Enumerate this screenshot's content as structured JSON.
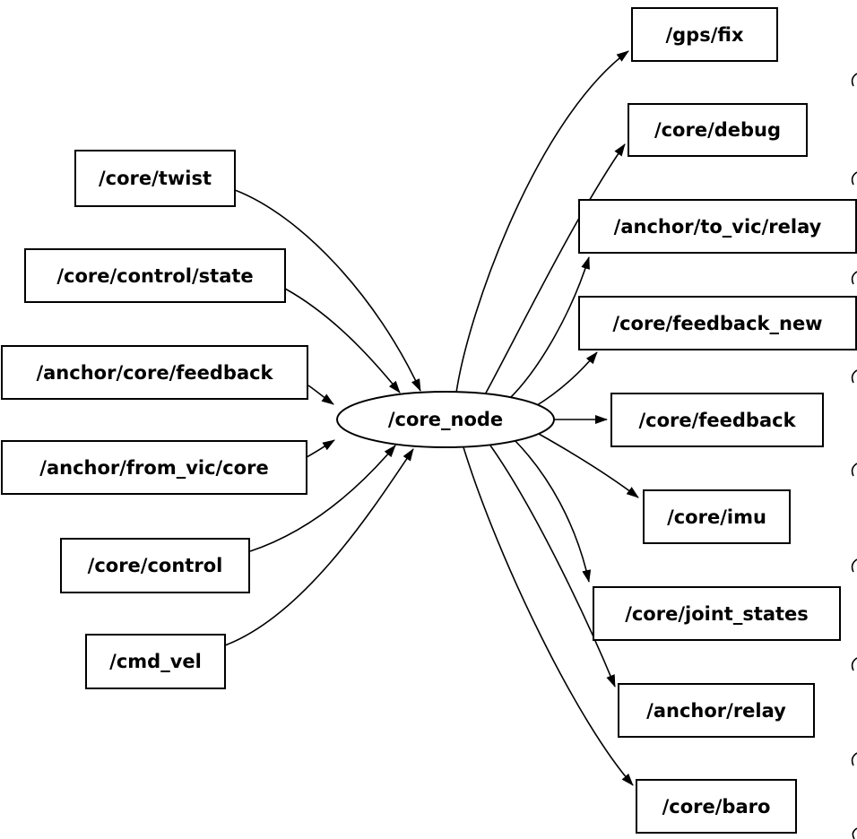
{
  "diagram": {
    "center_node": {
      "label": "/core_node"
    },
    "inputs": [
      {
        "label": "/core/twist"
      },
      {
        "label": "/core/control/state"
      },
      {
        "label": "/anchor/core/feedback"
      },
      {
        "label": "/anchor/from_vic/core"
      },
      {
        "label": "/core/control"
      },
      {
        "label": "/cmd_vel"
      }
    ],
    "outputs": [
      {
        "label": "/gps/fix"
      },
      {
        "label": "/core/debug"
      },
      {
        "label": "/anchor/to_vic/relay"
      },
      {
        "label": "/core/feedback_new"
      },
      {
        "label": "/core/feedback"
      },
      {
        "label": "/core/imu"
      },
      {
        "label": "/core/joint_states"
      },
      {
        "label": "/anchor/relay"
      },
      {
        "label": "/core/baro"
      }
    ],
    "edges": {
      "incoming": [
        {
          "from": "/core/twist",
          "to": "/core_node"
        },
        {
          "from": "/core/control/state",
          "to": "/core_node"
        },
        {
          "from": "/anchor/core/feedback",
          "to": "/core_node"
        },
        {
          "from": "/anchor/from_vic/core",
          "to": "/core_node"
        },
        {
          "from": "/core/control",
          "to": "/core_node"
        },
        {
          "from": "/cmd_vel",
          "to": "/core_node"
        }
      ],
      "outgoing": [
        {
          "from": "/core_node",
          "to": "/gps/fix"
        },
        {
          "from": "/core_node",
          "to": "/core/debug"
        },
        {
          "from": "/core_node",
          "to": "/anchor/to_vic/relay"
        },
        {
          "from": "/core_node",
          "to": "/core/feedback_new"
        },
        {
          "from": "/core_node",
          "to": "/core/feedback"
        },
        {
          "from": "/core_node",
          "to": "/core/imu"
        },
        {
          "from": "/core_node",
          "to": "/core/joint_states"
        },
        {
          "from": "/core_node",
          "to": "/anchor/relay"
        },
        {
          "from": "/core_node",
          "to": "/core/baro"
        }
      ]
    },
    "colors": {
      "background": "#ffffff",
      "node_fill": "#ffffff",
      "node_border": "#000000",
      "edge": "#000000",
      "text": "#000000"
    }
  }
}
